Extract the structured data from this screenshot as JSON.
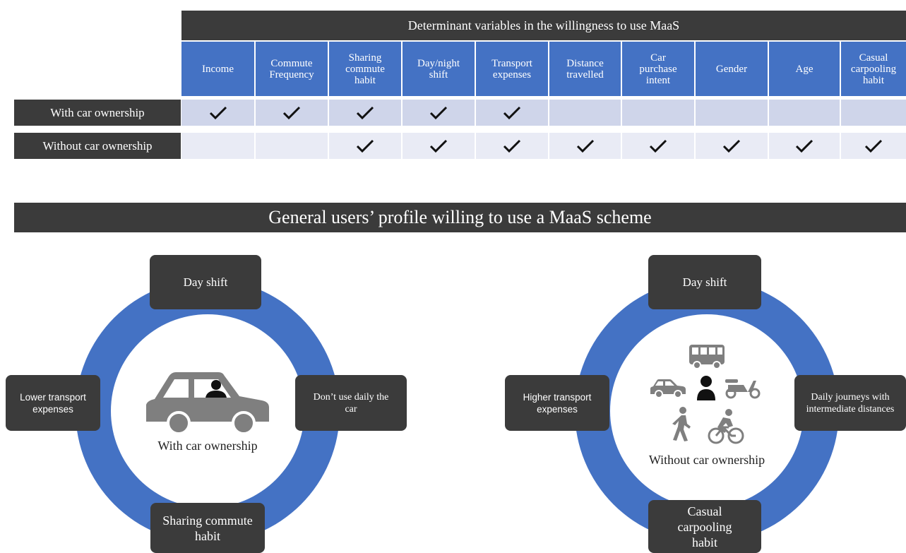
{
  "table": {
    "title": "Determinant variables in the willingness to use MaaS",
    "columns": [
      {
        "label": "Income"
      },
      {
        "label": "Commute\nFrequency"
      },
      {
        "label": "Sharing\ncommute\nhabit"
      },
      {
        "label": "Day/night\nshift"
      },
      {
        "label": "Transport\nexpenses"
      },
      {
        "label": "Distance\ntravelled"
      },
      {
        "label": "Car\npurchase\nintent"
      },
      {
        "label": "Gender"
      },
      {
        "label": "Age"
      },
      {
        "label": "Casual\ncarpooling\nhabit"
      }
    ],
    "rows": [
      {
        "label": "With car ownership",
        "checks": [
          true,
          true,
          true,
          true,
          true,
          false,
          false,
          false,
          false,
          false
        ]
      },
      {
        "label": "Without car ownership",
        "checks": [
          false,
          false,
          true,
          true,
          true,
          true,
          true,
          true,
          true,
          true
        ]
      }
    ]
  },
  "profile": {
    "banner": "General users’ profile willing to use a MaaS scheme",
    "left": {
      "center_label": "With car ownership",
      "top": "Day shift",
      "right": "Don’t use daily the car",
      "bottom": "Sharing commute habit",
      "left": "Lower transport expenses",
      "icon": "car-with-driver-icon"
    },
    "right": {
      "center_label": "Without car ownership",
      "top": "Day shift",
      "right": "Daily journeys with intermediate distances",
      "bottom": "Casual carpooling habit",
      "left": "Higher transport expenses",
      "icons": [
        "bus-icon",
        "car-icon",
        "person-icon",
        "scooter-icon",
        "pedestrian-icon",
        "bicycle-icon"
      ]
    }
  },
  "colors": {
    "dark": "#3b3b3b",
    "blue": "#4472c4",
    "row1": "#cfd5ea",
    "row2": "#e9ebf5",
    "icon_gray": "#7f7f7f"
  }
}
